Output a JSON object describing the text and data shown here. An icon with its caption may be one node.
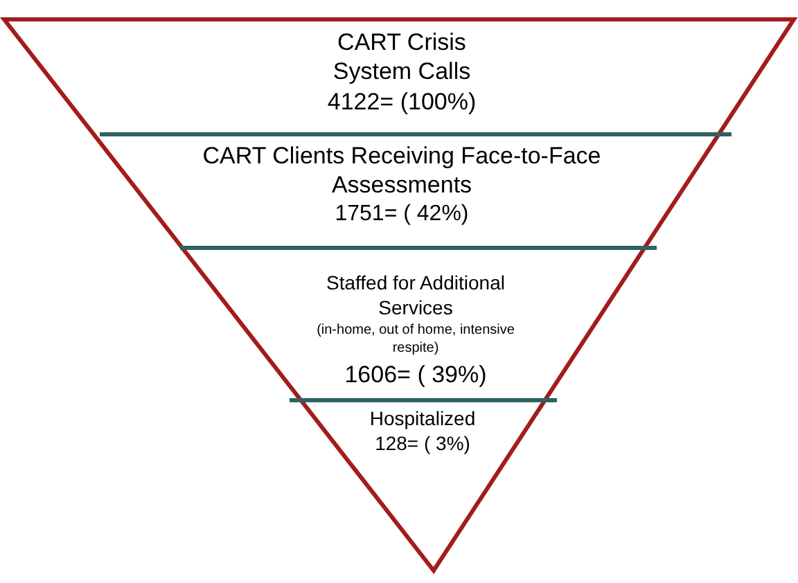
{
  "diagram": {
    "nodes": [
      {
        "text": [
          "CART Crisis System Calls",
          "4122= (100%)"
        ]
      },
      {
        "text": [
          "CART Clients Receiving Face-to-Face Assessments",
          "1751= ( 42%)"
        ]
      },
      {
        "text": [
          "Staffed for Additional Services",
          "(in-home, out of home, intensive respite)",
          "1606= ( 39%)"
        ]
      },
      {
        "text": [
          "Hospitalized",
          "128= ( 3%)"
        ]
      }
    ]
  }
}
